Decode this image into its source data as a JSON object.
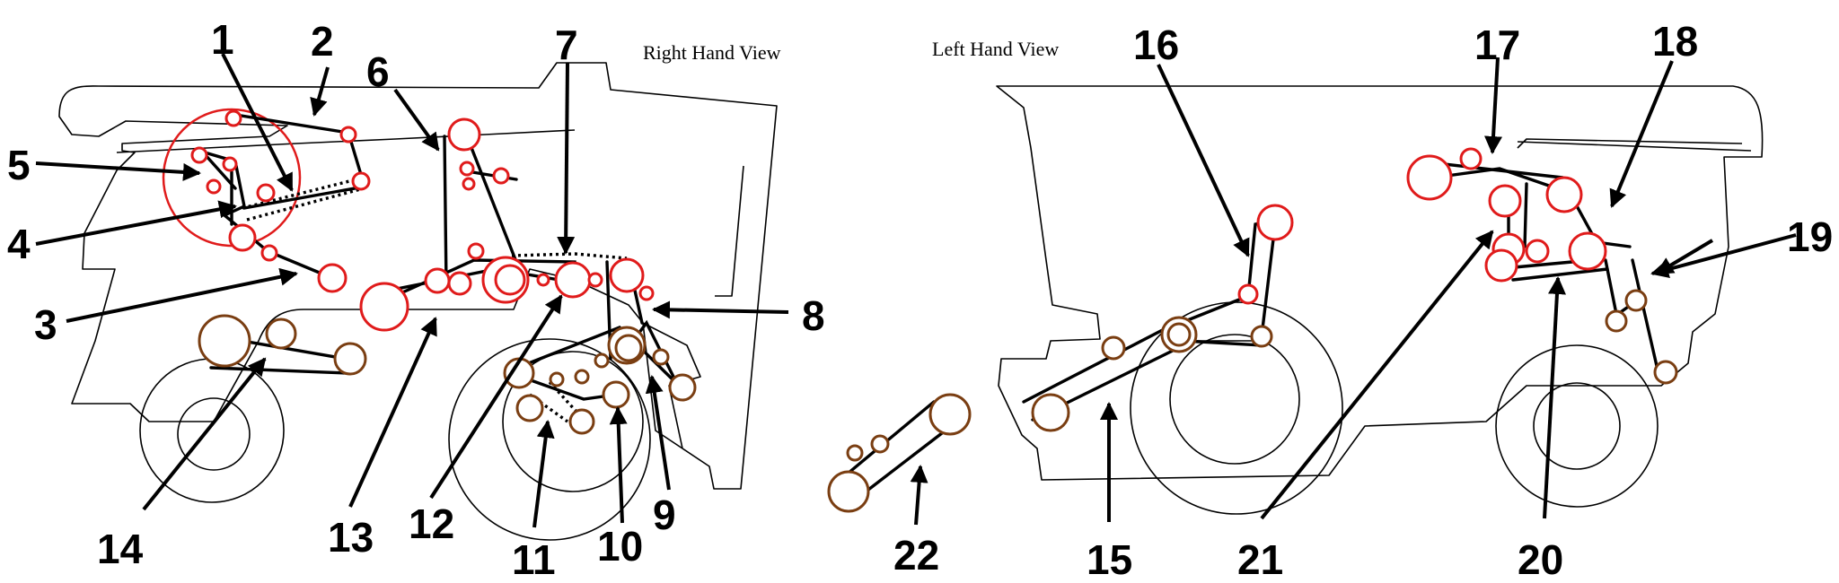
{
  "views": {
    "right": "Right Hand View",
    "left": "Left Hand View"
  },
  "labels": [
    "1",
    "2",
    "3",
    "4",
    "5",
    "6",
    "7",
    "8",
    "9",
    "10",
    "11",
    "12",
    "13",
    "14",
    "15",
    "16",
    "17",
    "18",
    "19",
    "20",
    "21",
    "22"
  ],
  "colors": {
    "outline": "#000000",
    "red_pulley": "#e01b1b",
    "brown_pulley": "#7a3e12",
    "highlight": "#f2c8f2"
  }
}
